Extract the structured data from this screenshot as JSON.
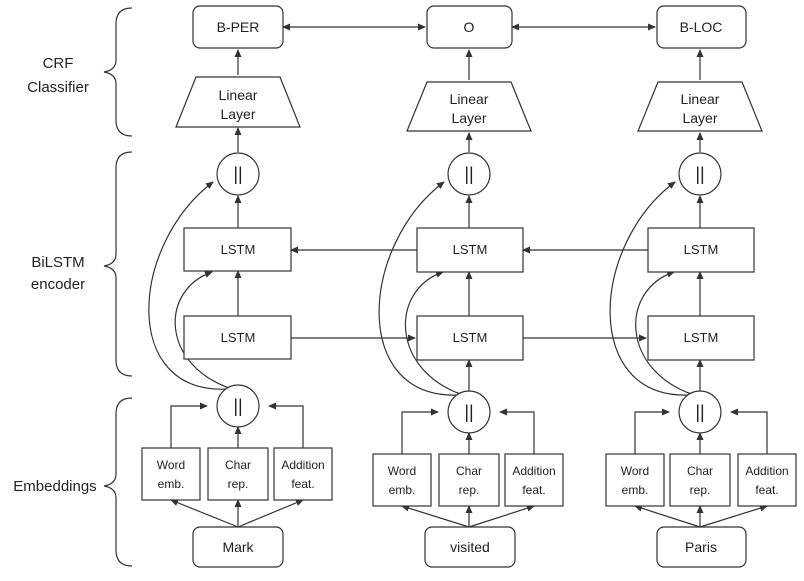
{
  "sections": {
    "crf": [
      "CRF",
      "Classifier"
    ],
    "bilstm": [
      "BiLSTM",
      "encoder"
    ],
    "embeddings": "Embeddings"
  },
  "columns": [
    {
      "word": "Mark",
      "tag": "B-PER"
    },
    {
      "word": "visited",
      "tag": "O"
    },
    {
      "word": "Paris",
      "tag": "B-LOC"
    }
  ],
  "labels": {
    "linear": [
      "Linear",
      "Layer"
    ],
    "lstm": "LSTM",
    "concat": "||",
    "word_emb": [
      "Word",
      "emb."
    ],
    "char_rep": [
      "Char",
      "rep."
    ],
    "addition_feat": [
      "Addition",
      "feat."
    ]
  }
}
